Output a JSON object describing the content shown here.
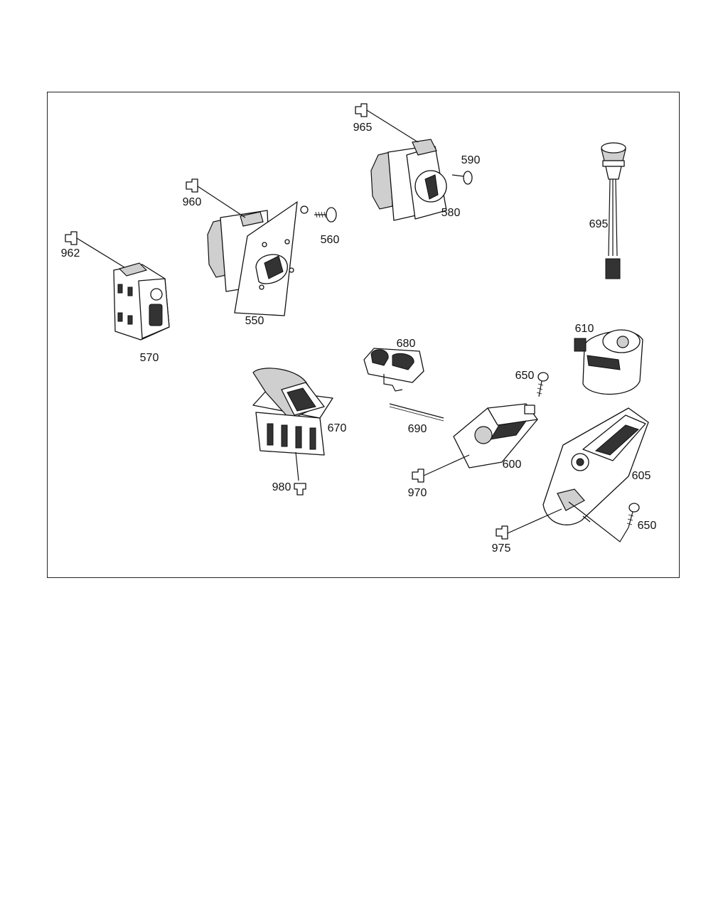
{
  "diagram": {
    "labels": {
      "l550": "550",
      "l560": "560",
      "l570": "570",
      "l580": "580",
      "l590": "590",
      "l600": "600",
      "l605": "605",
      "l610": "610",
      "l650a": "650",
      "l650b": "650",
      "l670": "670",
      "l680": "680",
      "l690": "690",
      "l695": "695",
      "l960": "960",
      "l962": "962",
      "l965": "965",
      "l970": "970",
      "l975": "975",
      "l980": "980"
    }
  }
}
